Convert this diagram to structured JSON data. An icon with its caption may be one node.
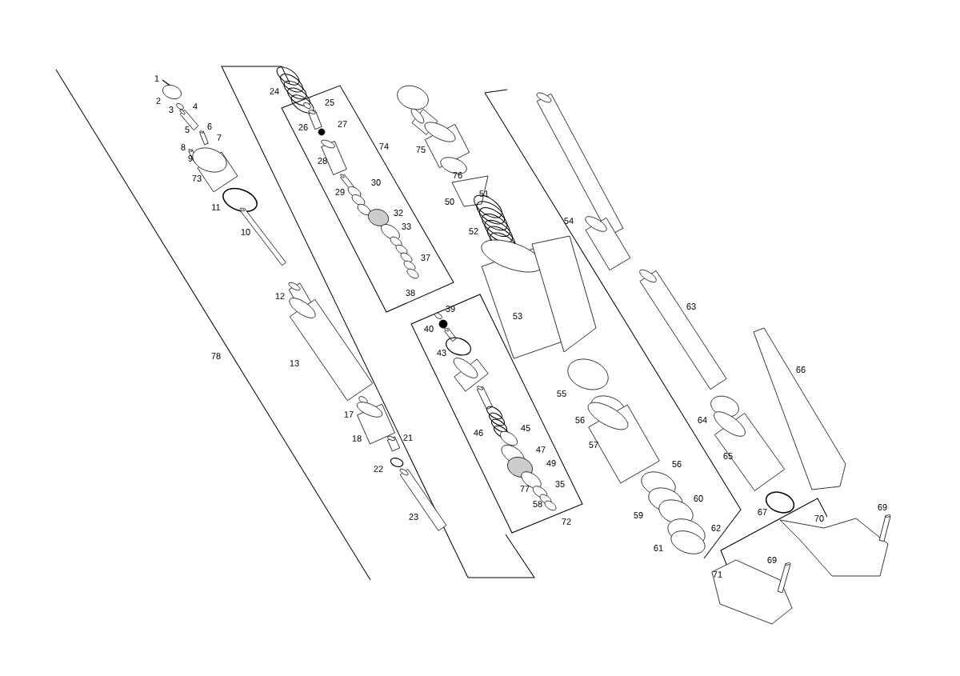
{
  "diagram": {
    "labels": [
      "1",
      "24",
      "25",
      "2",
      "4",
      "3",
      "26",
      "27",
      "6",
      "5",
      "7",
      "8",
      "74",
      "75",
      "9",
      "28",
      "76",
      "73",
      "30",
      "29",
      "51",
      "50",
      "11",
      "32",
      "54",
      "33",
      "52",
      "10",
      "37",
      "38",
      "12",
      "63",
      "39",
      "40",
      "53",
      "43",
      "78",
      "13",
      "66",
      "55",
      "17",
      "64",
      "56",
      "45",
      "46",
      "18",
      "21",
      "57",
      "47",
      "65",
      "49",
      "56",
      "22",
      "35",
      "77",
      "60",
      "58",
      "72",
      "67",
      "69",
      "59",
      "23",
      "70",
      "62",
      "61",
      "69",
      "71"
    ]
  }
}
